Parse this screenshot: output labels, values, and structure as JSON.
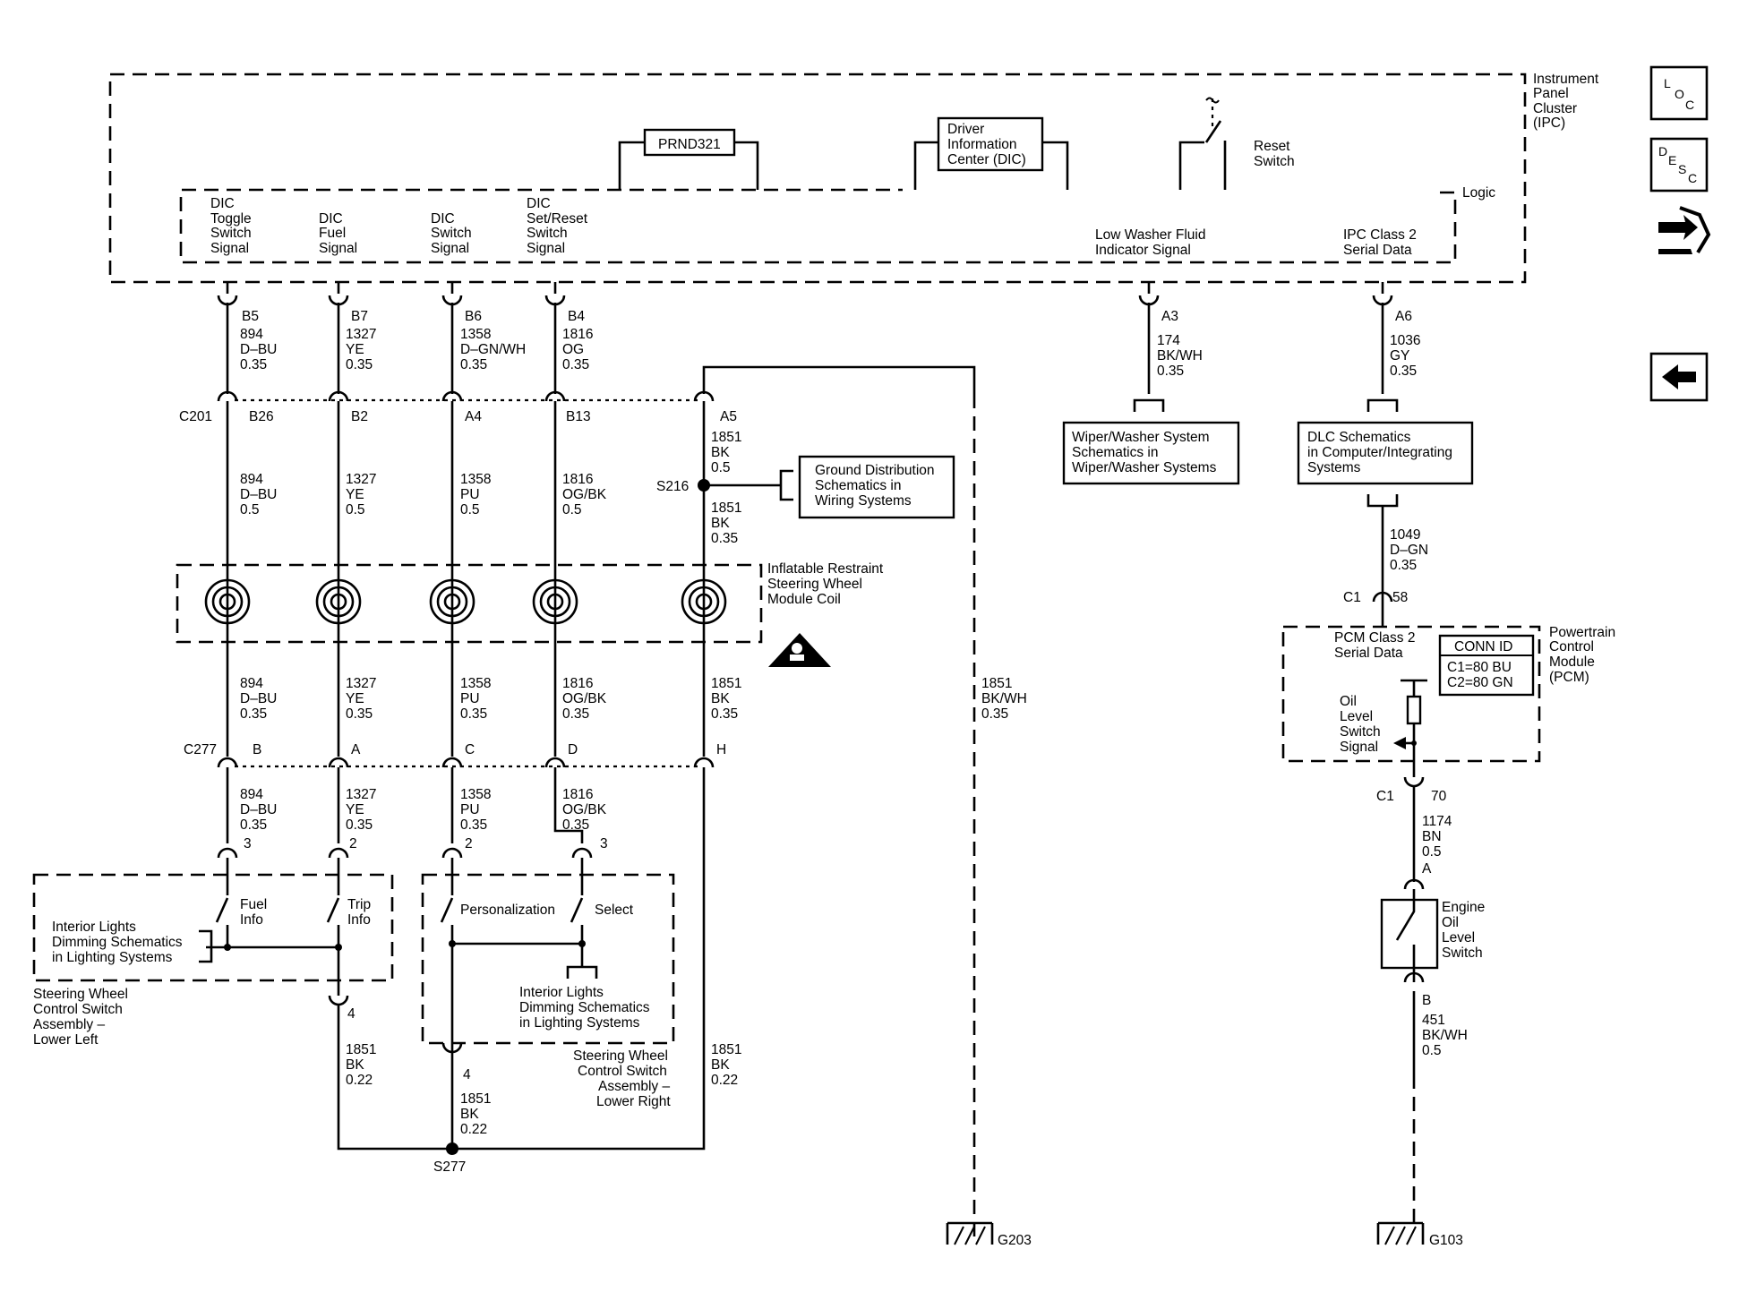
{
  "ipc": {
    "name": [
      "Instrument",
      "Panel",
      "Cluster",
      "(IPC)"
    ],
    "logic": "Logic",
    "prnd": "PRND321",
    "dic": [
      "Driver",
      "Information",
      "Center (DIC)"
    ],
    "reset": [
      "Reset",
      "Switch"
    ],
    "signals": {
      "toggle": [
        "DIC",
        "Toggle",
        "Switch",
        "Signal"
      ],
      "fuel": [
        "DIC",
        "Fuel",
        "Signal"
      ],
      "switch": [
        "DIC",
        "Switch",
        "Signal"
      ],
      "setreset": [
        "DIC",
        "Set/Reset",
        "Switch",
        "Signal"
      ],
      "washer": [
        "Low Washer Fluid",
        "Indicator Signal"
      ],
      "class2": [
        "IPC Class 2",
        "Serial Data"
      ]
    },
    "pins": {
      "b5": "B5",
      "b7": "B7",
      "b6": "B6",
      "b4": "B4",
      "a3": "A3",
      "a6": "A6"
    }
  },
  "wires": {
    "w894a": [
      "894",
      "D–BU",
      "0.35"
    ],
    "w1327a": [
      "1327",
      "YE",
      "0.35"
    ],
    "w1358a": [
      "1358",
      "D–GN/WH",
      "0.35"
    ],
    "w1816a": [
      "1816",
      "OG",
      "0.35"
    ],
    "w174": [
      "174",
      "BK/WH",
      "0.35"
    ],
    "w1036": [
      "1036",
      "GY",
      "0.35"
    ],
    "w894b": [
      "894",
      "D–BU",
      "0.5"
    ],
    "w1327b": [
      "1327",
      "YE",
      "0.5"
    ],
    "w1358b": [
      "1358",
      "PU",
      "0.5"
    ],
    "w1816b": [
      "1816",
      "OG/BK",
      "0.5"
    ],
    "w1851a": [
      "1851",
      "BK",
      "0.5"
    ],
    "w1851b": [
      "1851",
      "BK",
      "0.35"
    ],
    "w1049": [
      "1049",
      "D–GN",
      "0.35"
    ],
    "w894c": [
      "894",
      "D–BU",
      "0.35"
    ],
    "w1327c": [
      "1327",
      "YE",
      "0.35"
    ],
    "w1358c": [
      "1358",
      "PU",
      "0.35"
    ],
    "w1816c": [
      "1816",
      "OG/BK",
      "0.35"
    ],
    "w1851c": [
      "1851",
      "BK",
      "0.35"
    ],
    "w1851g": [
      "1851",
      "BK/WH",
      "0.35"
    ],
    "w894d": [
      "894",
      "D–BU",
      "0.35"
    ],
    "w1327d": [
      "1327",
      "YE",
      "0.35"
    ],
    "w1358d": [
      "1358",
      "PU",
      "0.35"
    ],
    "w1816d": [
      "1816",
      "OG/BK",
      "0.35"
    ],
    "w1174": [
      "1174",
      "BN",
      "0.5"
    ],
    "w1851e": [
      "1851",
      "BK",
      "0.22"
    ],
    "w1851f": [
      "1851",
      "BK",
      "0.22"
    ],
    "w1851h": [
      "1851",
      "BK",
      "0.22"
    ],
    "w451": [
      "451",
      "BK/WH",
      "0.5"
    ]
  },
  "connectors": {
    "c201": "C201",
    "c201_pins": [
      "B26",
      "B2",
      "A4",
      "B13",
      "A5"
    ],
    "c277": "C277",
    "c277_pins": [
      "B",
      "A",
      "C",
      "D",
      "H"
    ],
    "s216": "S216",
    "s277": "S277",
    "g203": "G203",
    "g103": "G103",
    "c1_top": "C1",
    "pin58": "58",
    "c1_bot": "C1",
    "pin70": "70",
    "pinA": "A",
    "pinB": "B",
    "sw_pins_left": [
      "3",
      "2",
      "4"
    ],
    "sw_pins_right": [
      "2",
      "3",
      "4"
    ]
  },
  "refs": {
    "ground_dist": [
      "Ground Distribution",
      "Schematics in",
      "Wiring Systems"
    ],
    "wiper": [
      "Wiper/Washer System",
      "Schematics in",
      "Wiper/Washer Systems"
    ],
    "dlc": [
      "DLC Schematics",
      "in Computer/Integrating",
      "Systems"
    ],
    "interior_left": [
      "Interior Lights",
      "Dimming Schematics",
      "in Lighting Systems"
    ],
    "interior_right": [
      "Interior Lights",
      "Dimming Schematics",
      "in Lighting Systems"
    ]
  },
  "components": {
    "coil": [
      "Inflatable Restraint",
      "Steering Wheel",
      "Module Coil"
    ],
    "left_switch": [
      "Steering Wheel",
      "Control Switch",
      "Assembly –",
      "Lower Left"
    ],
    "right_switch": [
      "Steering Wheel",
      "Control Switch",
      "Assembly –",
      "Lower Right"
    ],
    "fuel_info": [
      "Fuel",
      "Info"
    ],
    "trip_info": [
      "Trip",
      "Info"
    ],
    "personalization": "Personalization",
    "select": "Select",
    "pcm": [
      "Powertrain",
      "Control",
      "Module",
      "(PCM)"
    ],
    "pcm_class2": [
      "PCM Class 2",
      "Serial Data"
    ],
    "conn_id": "CONN ID",
    "conn_c1": "C1=80 BU",
    "conn_c2": "C2=80 GN",
    "oil_signal": [
      "Oil",
      "Level",
      "Switch",
      "Signal"
    ],
    "engine_oil": [
      "Engine",
      "Oil",
      "Level",
      "Switch"
    ]
  },
  "nav": {
    "loc": [
      "L",
      "O",
      "C"
    ],
    "desc": [
      "D",
      "E",
      "S",
      "C"
    ],
    "connector_icon": "connector-view-icon",
    "back_icon": "back-arrow-icon"
  }
}
